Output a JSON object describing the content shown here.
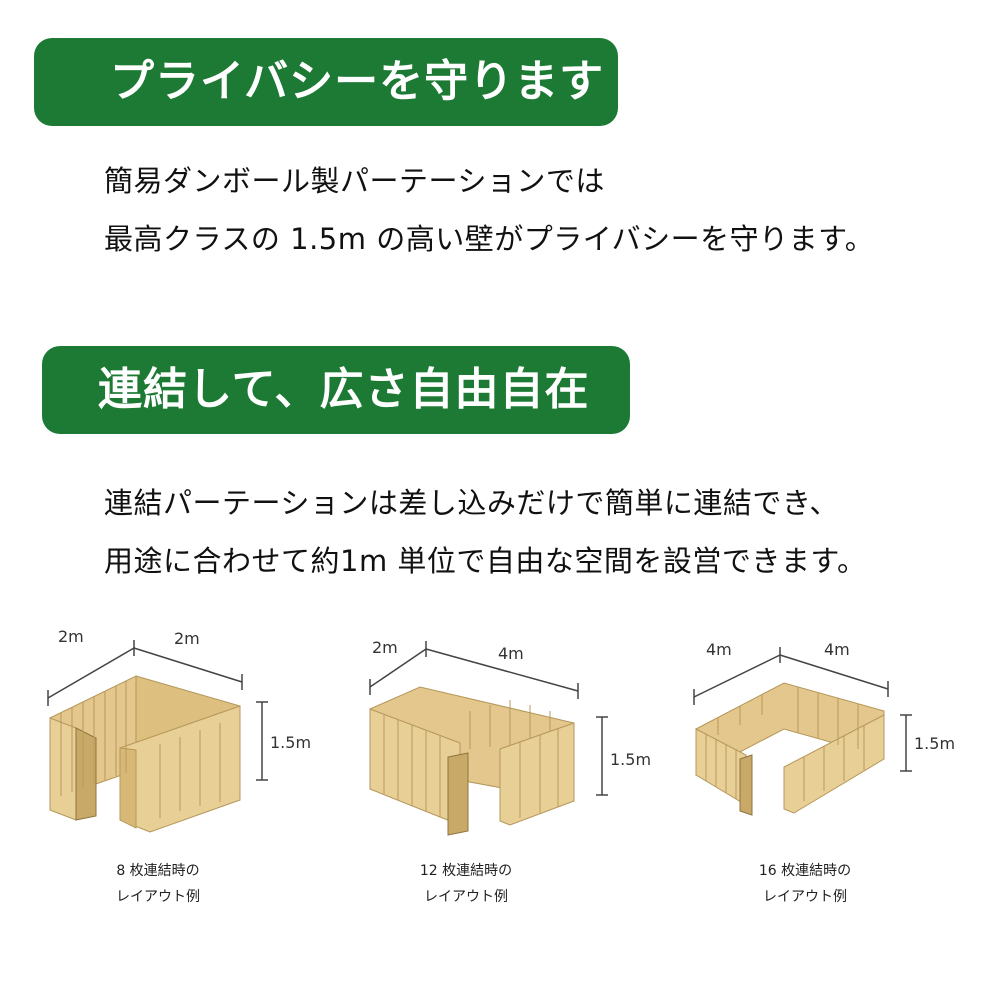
{
  "section1": {
    "heading": "プライバシーを守ります",
    "line1": "簡易ダンボール製パーテーションでは",
    "line2": "最高クラスの 1.5m の高い壁がプライバシーを守ります。"
  },
  "section2": {
    "heading": "連結して、広さ自由自在",
    "line1": "連結パーテーションは差し込みだけで簡単に連結でき、",
    "line2": "用途に合わせて約1m 単位で自由な空間を設営できます。"
  },
  "layouts": [
    {
      "dim_left": "2m",
      "dim_right": "2m",
      "height": "1.5m",
      "caption1": "8 枚連結時の",
      "caption2": "レイアウト例"
    },
    {
      "dim_left": "2m",
      "dim_right": "4m",
      "height": "1.5m",
      "caption1": "12 枚連結時の",
      "caption2": "レイアウト例"
    },
    {
      "dim_left": "4m",
      "dim_right": "4m",
      "height": "1.5m",
      "caption1": "16 枚連結時の",
      "caption2": "レイアウト例"
    }
  ],
  "colors": {
    "banner_green": "#1c7a34",
    "cardboard": "#e3c78c",
    "cardboard_dark": "#c9a968",
    "cardboard_side": "#b5975a"
  }
}
